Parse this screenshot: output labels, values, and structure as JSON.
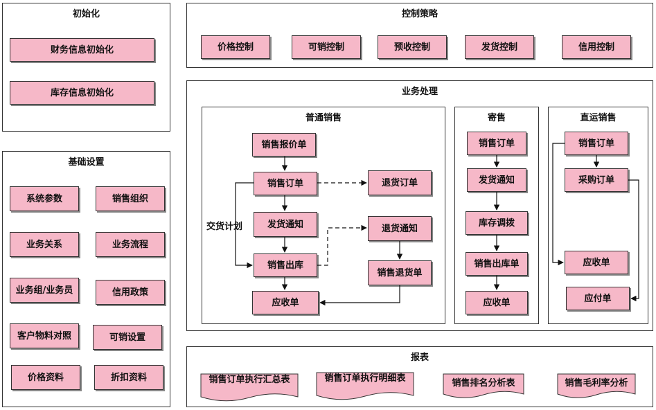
{
  "init": {
    "title": "初始化",
    "items": [
      "财务信息初始化",
      "库存信息初始化"
    ]
  },
  "base": {
    "title": "基础设置",
    "items": [
      "系统参数",
      "销售组织",
      "业务关系",
      "业务流程",
      "业务组/业务员",
      "信用政策",
      "客户物料对照",
      "可销设置",
      "价格资料",
      "折扣资料"
    ]
  },
  "control": {
    "title": "控制策略",
    "items": [
      "价格控制",
      "可销控制",
      "预收控制",
      "发货控制",
      "信用控制"
    ]
  },
  "business": {
    "title": "业务处理",
    "normal": {
      "title": "普通销售",
      "quote": "销售报价单",
      "order": "销售订单",
      "delivery": "发货通知",
      "outbound": "销售出库",
      "receivable": "应收单",
      "return_order": "退货订单",
      "return_notice": "退货通知",
      "return_bill": "销售退货单",
      "plan_label": "交货计划"
    },
    "consign": {
      "title": "寄售",
      "items": [
        "销售订单",
        "发货通知",
        "库存调拨",
        "销售出库单",
        "应收单"
      ]
    },
    "direct": {
      "title": "直运销售",
      "order": "销售订单",
      "purchase": "采购订单",
      "receivable": "应收单",
      "payable": "应付单"
    }
  },
  "reports": {
    "title": "报表",
    "items": [
      "销售订单执行汇总表",
      "销售订单执行明细表",
      "销售排名分析表",
      "销售毛利率分析"
    ]
  }
}
